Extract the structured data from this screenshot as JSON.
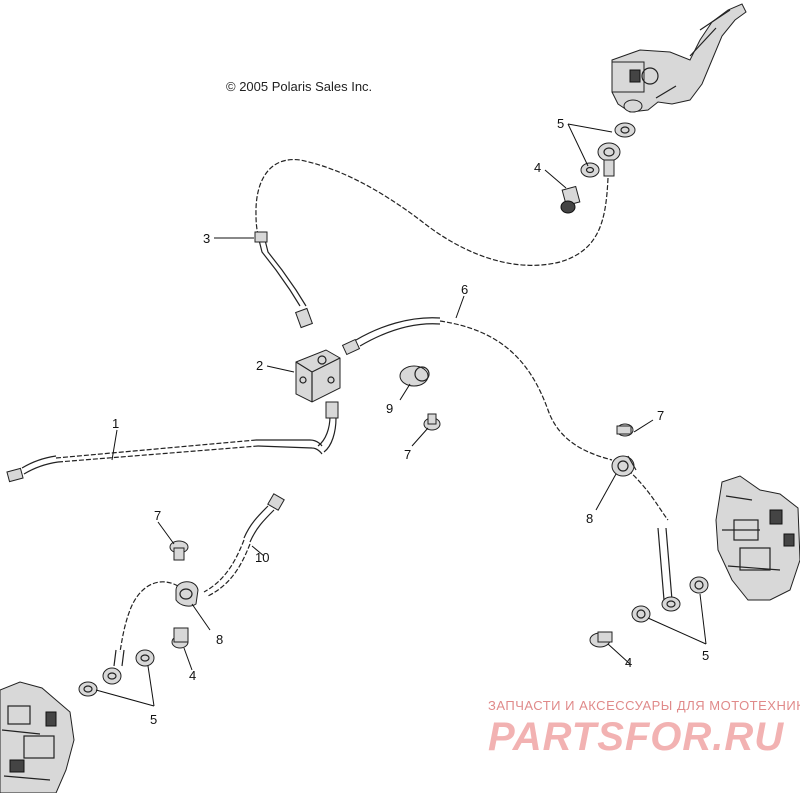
{
  "copyright": "© 2005 Polaris Sales Inc.",
  "watermark": {
    "tagline": "ЗАПЧАСТИ И АКСЕССУАРЫ ДЛЯ МОТОТЕХНИКИ",
    "brand": "PARTSFOR.RU",
    "color": "#f2b2b2"
  },
  "callouts": {
    "c1": "1",
    "c2": "2",
    "c3": "3",
    "c4a": "4",
    "c4b": "4",
    "c4c": "4",
    "c5a": "5",
    "c5b": "5",
    "c5c": "5",
    "c6": "6",
    "c7a": "7",
    "c7b": "7",
    "c7c": "7",
    "c8a": "8",
    "c8b": "8",
    "c9": "9",
    "c10": "10"
  },
  "icons": [
    "master-cylinder-icon",
    "brake-caliper-icon",
    "brake-hose-icon",
    "junction-block-icon",
    "hose-clamp-icon",
    "banjo-bolt-icon",
    "crush-washer-icon",
    "screw-icon",
    "grommet-icon"
  ]
}
